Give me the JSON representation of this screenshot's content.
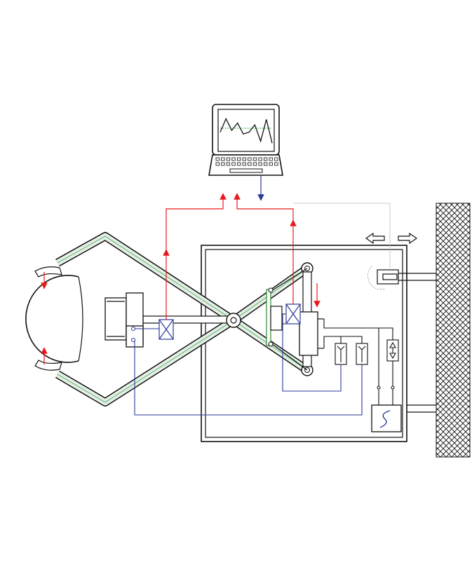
{
  "colors": {
    "line": "#1a1a1a",
    "signal_out": "#e8191c",
    "signal_in": "#2a3a9a",
    "rod_fill": "#e6efe6",
    "rod_core": "#3aa65a",
    "plot_trace": "#111111",
    "plot_ref": "#2fb34a",
    "hatch": "#111111"
  },
  "icons": {
    "monitor": "computer-terminal-icon",
    "sensor": "cross-box-sensor-icon",
    "motion": "double-arrow-icon",
    "source": "signal-source-icon",
    "switch": "toggle-switch-icon"
  },
  "monitor_trace": [
    0.55,
    0.18,
    0.5,
    0.3,
    0.6,
    0.55,
    0.35,
    0.8,
    0.2,
    0.85
  ]
}
